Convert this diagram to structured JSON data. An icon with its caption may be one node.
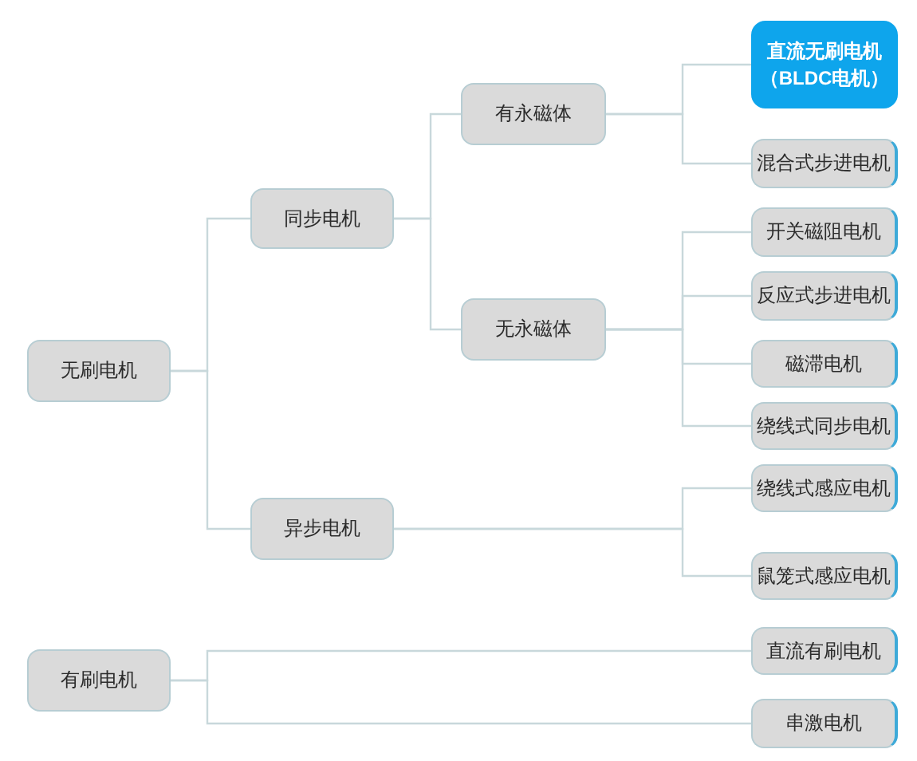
{
  "diagram": {
    "nodes": [
      {
        "text": [
          "无刷电机"
        ]
      },
      {
        "text": [
          "同步电机"
        ]
      },
      {
        "text": [
          "有永磁体"
        ]
      },
      {
        "text": [
          "直流无刷电机（BLDC电机）"
        ]
      },
      {
        "text": [
          "混合式步进电机"
        ]
      },
      {
        "text": [
          "无永磁体"
        ]
      },
      {
        "text": [
          "开关磁阻电机"
        ]
      },
      {
        "text": [
          "反应式步进电机"
        ]
      },
      {
        "text": [
          "磁滞电机"
        ]
      },
      {
        "text": [
          "绕线式同步电机"
        ]
      },
      {
        "text": [
          "异步电机"
        ]
      },
      {
        "text": [
          "绕线式感应电机"
        ]
      },
      {
        "text": [
          "鼠笼式感应电机"
        ]
      },
      {
        "text": [
          "有刷电机"
        ]
      },
      {
        "text": [
          "直流有刷电机"
        ]
      },
      {
        "text": [
          "串激电机"
        ]
      }
    ],
    "edges": [
      {
        "from": 0,
        "to": 1,
        "arrow": "none"
      },
      {
        "from": 0,
        "to": 10,
        "arrow": "none"
      },
      {
        "from": 1,
        "to": 2,
        "arrow": "none"
      },
      {
        "from": 1,
        "to": 5,
        "arrow": "none"
      },
      {
        "from": 2,
        "to": 3,
        "arrow": "none"
      },
      {
        "from": 2,
        "to": 4,
        "arrow": "none"
      },
      {
        "from": 5,
        "to": 6,
        "arrow": "none"
      },
      {
        "from": 5,
        "to": 7,
        "arrow": "none"
      },
      {
        "from": 5,
        "to": 8,
        "arrow": "none"
      },
      {
        "from": 5,
        "to": 9,
        "arrow": "none"
      },
      {
        "from": 10,
        "to": 11,
        "arrow": "none"
      },
      {
        "from": 10,
        "to": 12,
        "arrow": "none"
      },
      {
        "from": 13,
        "to": 14,
        "arrow": "none"
      },
      {
        "from": 13,
        "to": 15,
        "arrow": "none"
      }
    ]
  }
}
